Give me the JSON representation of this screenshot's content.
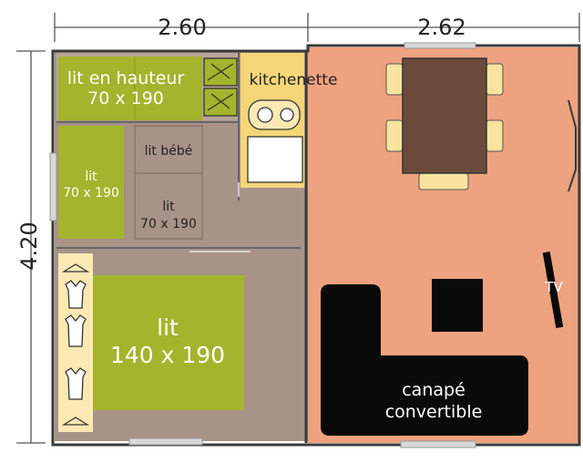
{
  "dimensions": {
    "width_left": "2.60",
    "width_right": "2.62",
    "height": "4.20"
  },
  "rooms": {
    "loft_bed": {
      "line1": "lit en hauteur",
      "line2": "70 x 190"
    },
    "single_bed_left": {
      "line1": "lit",
      "line2": "70 x 190"
    },
    "baby_bed": {
      "label": "lit bébé"
    },
    "single_bed_right": {
      "line1": "lit",
      "line2": "70 x 190"
    },
    "kitchenette": {
      "label": "kitchenette"
    },
    "double_bed": {
      "line1": "lit",
      "line2": "140 x 190"
    },
    "sofa": {
      "line1": "canapé",
      "line2": "convertible"
    },
    "tv": {
      "label": "TV"
    }
  },
  "colors": {
    "wall": "#3a3a3a",
    "bedroom_floor": "#a89388",
    "living_floor": "#eea27f",
    "bed_green": "#a4b42c",
    "kitchen_yellow": "#f5d678",
    "counter_cream": "#fbe9b4",
    "table_brown": "#6b4a3a",
    "chair_cream": "#f8e3a0",
    "sofa_black": "#0a0a0a",
    "window_grey": "#d8d8d8"
  }
}
